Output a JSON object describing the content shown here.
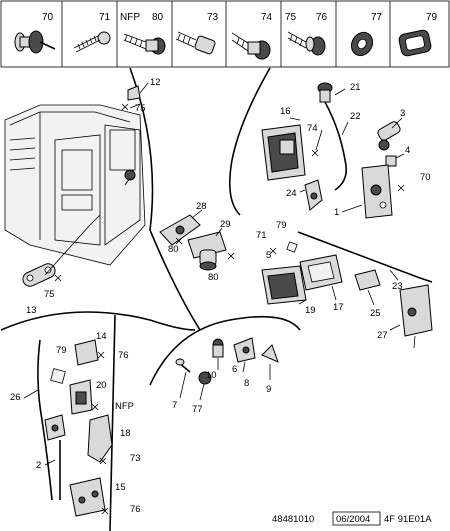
{
  "header_parts": [
    {
      "code": "70",
      "icon": "bolt-washer-icon"
    },
    {
      "code": "71",
      "icon": "screw-icon"
    },
    {
      "code": "NFP",
      "icon": "screw-icon"
    },
    {
      "code": "80",
      "icon": "screw-icon"
    },
    {
      "code": "73",
      "icon": "bolt-icon"
    },
    {
      "code": "74",
      "icon": "bolt-washer-icon"
    },
    {
      "code": "75",
      "icon": "screw-icon"
    },
    {
      "code": "76",
      "icon": "screw-washer-icon"
    },
    {
      "code": "77",
      "icon": "washer-icon"
    },
    {
      "code": "79",
      "icon": "clip-icon"
    }
  ],
  "callouts": {
    "c12": "12",
    "c75a": "75",
    "c21": "21",
    "c16": "16",
    "c22": "22",
    "c3": "3",
    "c74": "74",
    "c4": "4",
    "c70": "70",
    "c24": "24",
    "c1": "1",
    "c28": "28",
    "c29": "29",
    "c80a": "80",
    "c80b": "80",
    "c79a": "79",
    "c71": "71",
    "c5": "5",
    "c13": "13",
    "c75b": "75",
    "c19": "19",
    "c17": "17",
    "c23": "23",
    "c25": "25",
    "c27": "27",
    "c14": "14",
    "c79b": "79",
    "c76a": "76",
    "c26": "26",
    "c20": "20",
    "cNFP": "NFP",
    "c18": "18",
    "c73": "73",
    "c2": "2",
    "c15": "15",
    "c76b": "76",
    "c10": "10",
    "c6": "6",
    "c8": "8",
    "c9": "9",
    "c7": "7",
    "c77": "77"
  },
  "footer": {
    "ref_number": "48481010",
    "date": "06/2004",
    "code": "4F 91E01A"
  }
}
